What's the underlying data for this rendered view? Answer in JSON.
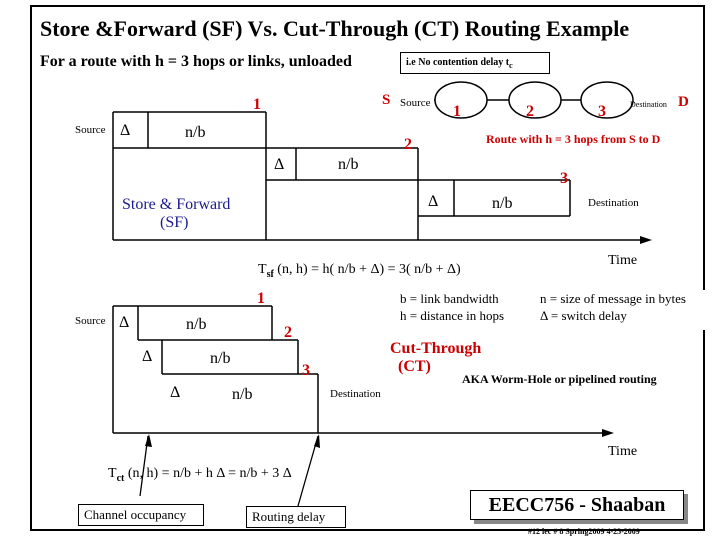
{
  "title": "Store &Forward (SF) Vs. Cut-Through (CT) Routing Example",
  "subtitle": "For a route with h = 3 hops or links, unloaded",
  "no_contention": "i.e No contention delay t",
  "no_contention_sub": "c",
  "route": {
    "s_label": "S",
    "source_label": "Source",
    "node1": "1",
    "node2": "2",
    "node3": "3",
    "destination_label": "Destination",
    "d_label": "D",
    "caption": "Route with h = 3 hops from S to D"
  },
  "sf": {
    "source_label": "Source",
    "delta": "Δ",
    "nb": "n/b",
    "hop1": "1",
    "hop2": "2",
    "hop3": "3",
    "destination_label": "Destination",
    "name_line1": "Store & Forward",
    "name_line2": "(SF)",
    "formula_t": "T",
    "formula_sub": "sf",
    "formula_rest": " (n,  h)  =  h( n/b +  Δ)  = 3( n/b +  Δ)",
    "time_label": "Time"
  },
  "legend": {
    "b_def": "b = link bandwidth",
    "h_def": "h = distance in hops",
    "n_def": "n = size of message in bytes",
    "delta_def": "Δ  =  switch delay"
  },
  "ct": {
    "source_label": "Source",
    "delta": "Δ",
    "nb": "n/b",
    "hop1": "1",
    "hop2": "2",
    "hop3": "3",
    "destination_label": "Destination",
    "name_line1": "Cut-Through",
    "name_line2": "(CT)",
    "aka": "AKA Worm-Hole or pipelined routing",
    "time_label": "Time",
    "formula_t": "T",
    "formula_sub": "ct",
    "formula_rest": " (n,  h)  = n/b  + h Δ  = n/b  + 3 Δ"
  },
  "footer": {
    "channel": "Channel occupancy",
    "routing": "Routing delay",
    "course": "EECC756 - Shaaban",
    "slide": "#12  lec # 8    Spring2009  4-23-2009"
  }
}
